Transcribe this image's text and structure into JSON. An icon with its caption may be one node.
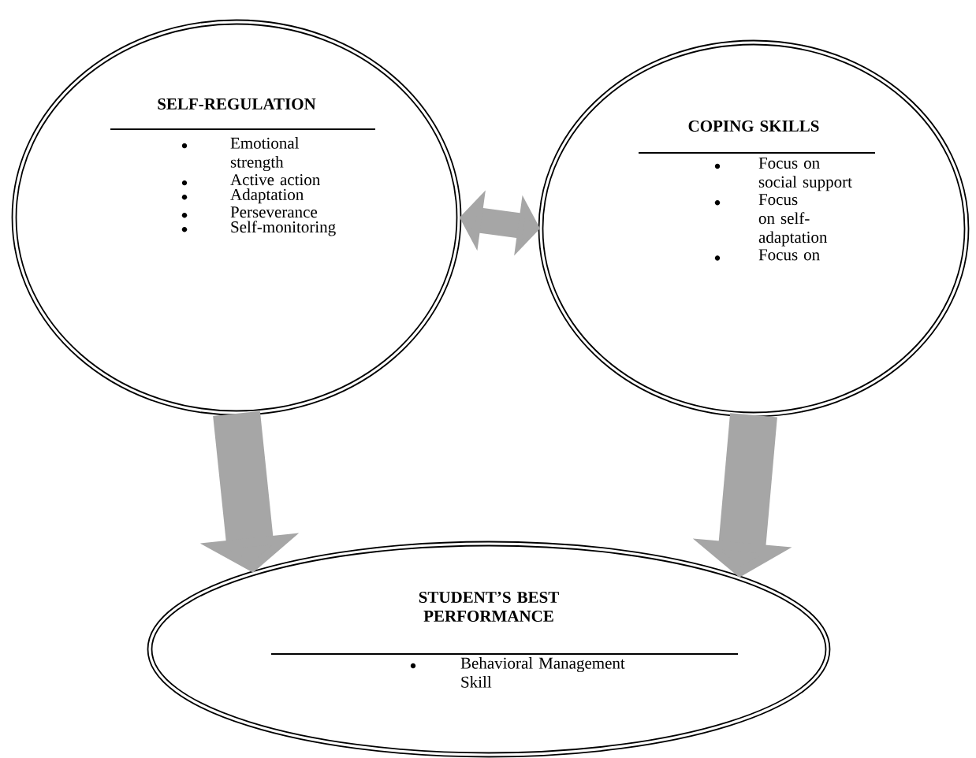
{
  "diagram": {
    "nodes": [
      {
        "text": [
          "SELF-REGULATION",
          "Emotional strength",
          "Active action",
          "Adaptation",
          "Perseverance",
          "Self-monitoring"
        ]
      },
      {
        "text": [
          "COPING SKILLS",
          "Focus on social support",
          "Focus on self-adaptation",
          "Focus on"
        ]
      },
      {
        "text": [
          "STUDENT’S BEST PERFORMANCE",
          "Behavioral Management Skill"
        ]
      }
    ],
    "edges": [
      {
        "from": 0,
        "to": 1,
        "arrow": "both"
      },
      {
        "from": 0,
        "to": 2,
        "arrow": "to"
      },
      {
        "from": 1,
        "to": 2,
        "arrow": "to"
      }
    ]
  }
}
